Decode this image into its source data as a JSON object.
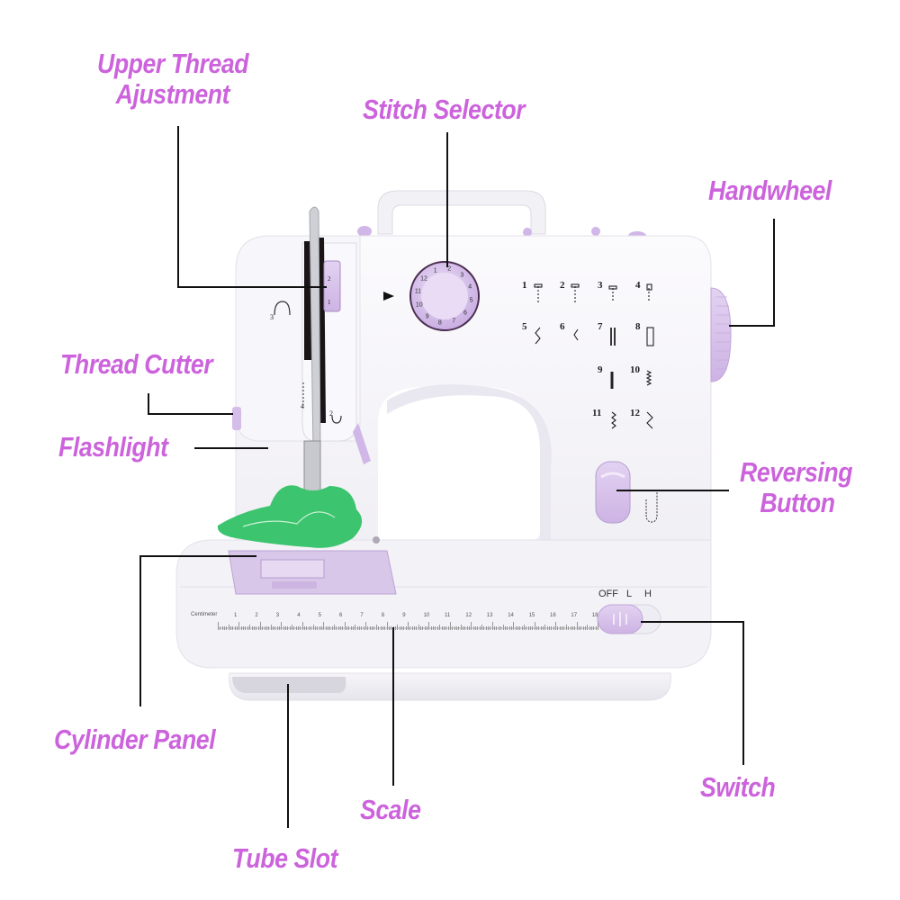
{
  "labels": {
    "upper_thread": [
      "Upper Thread",
      "Ajustment"
    ],
    "stitch_selector": "Stitch Selector",
    "handwheel": "Handwheel",
    "thread_cutter": "Thread Cutter",
    "flashlight": "Flashlight",
    "reversing_button": [
      "Reversing",
      "Button"
    ],
    "cylinder_panel": "Cylinder Panel",
    "scale": "Scale",
    "switch": "Switch",
    "tube_slot": "Tube Slot"
  },
  "colors": {
    "label": "#cc63dc",
    "accent_purple": "#d9c2ec",
    "body_white": "#f4f3f7",
    "fabric_green": "#3cc46e"
  },
  "stitch_panel": {
    "numbers": [
      "1",
      "2",
      "3",
      "4",
      "5",
      "6",
      "7",
      "8",
      "9",
      "10",
      "11",
      "12"
    ]
  },
  "dial": {
    "numbers": [
      "1",
      "2",
      "3",
      "4",
      "5",
      "6",
      "7",
      "8",
      "9",
      "10",
      "11",
      "12"
    ]
  },
  "tension_dial": {
    "numbers": [
      "2",
      "1"
    ]
  },
  "thread_guides": {
    "guide_3": "3",
    "guide_4": "4",
    "guide_2": "2"
  },
  "ruler": {
    "unit_label": "Centimeter",
    "ticks": [
      "1",
      "2",
      "3",
      "4",
      "5",
      "6",
      "7",
      "8",
      "9",
      "10",
      "11",
      "12",
      "13",
      "14",
      "15",
      "16",
      "17",
      "18"
    ]
  },
  "power_switch": {
    "positions": [
      "OFF",
      "L",
      "H"
    ]
  }
}
